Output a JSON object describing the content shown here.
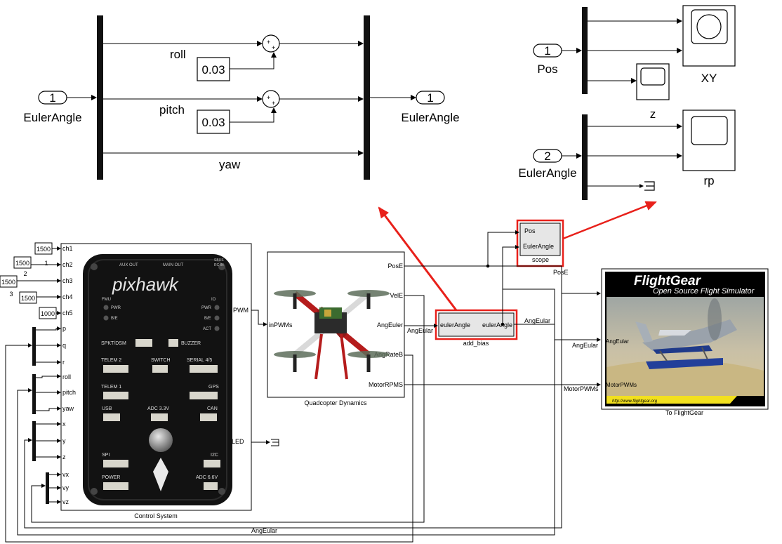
{
  "bias_subsystem": {
    "inport": {
      "number": "1",
      "label": "EulerAngle"
    },
    "outport": {
      "number": "1",
      "label": "EulerAngle"
    },
    "signals": {
      "roll": "roll",
      "pitch": "pitch",
      "yaw": "yaw"
    },
    "constants": {
      "roll_bias": "0.03",
      "pitch_bias": "0.03"
    },
    "sum_signs": "++"
  },
  "scope_subsystem": {
    "inports": [
      {
        "number": "1",
        "label": "Pos"
      },
      {
        "number": "2",
        "label": "EulerAngle"
      }
    ],
    "scopes": {
      "xy": "XY",
      "z": "z",
      "rp": "rp"
    }
  },
  "control_system": {
    "label": "Control System",
    "board_brand": "pixhawk",
    "ports_in": [
      "ch1",
      "ch2",
      "ch3",
      "ch4",
      "ch5",
      "p",
      "q",
      "r",
      "roll",
      "pitch",
      "yaw",
      "x",
      "y",
      "z",
      "vx",
      "vy",
      "vz"
    ],
    "port_out_pwm": "PWM",
    "port_out_led": "RC_Armed/LED",
    "constants": [
      {
        "value": "1500",
        "tag": "1"
      },
      {
        "value": "1500",
        "tag": "2"
      },
      {
        "value": "1500",
        "tag": "3"
      },
      {
        "value": "1500",
        "tag": ""
      },
      {
        "value": "1000",
        "tag": ""
      }
    ],
    "board_labels": {
      "aux_out": "AUX OUT",
      "main_out": "MAIN OUT",
      "fmu": "FMU",
      "pwr": "PWR",
      "be": "B/E",
      "io": "IO",
      "act": "ACT",
      "spkt": "SPKT/DSM",
      "buzzer": "BUZZER",
      "telem2": "TELEM 2",
      "switch": "SWITCH",
      "serial45": "SERIAL 4/5",
      "telem1": "TELEM 1",
      "gps": "GPS",
      "usb": "USB",
      "adc33": "ADC 3.3V",
      "can": "CAN",
      "spi": "SPI",
      "i2c": "I2C",
      "power": "POWER",
      "adc66": "ADC 6.6V",
      "sbus": "SBUS",
      "rcin": "RC IN"
    }
  },
  "dynamics": {
    "label": "Quadcopter Dynamics",
    "port_in": "inPWMs",
    "ports_out": [
      "PosE",
      "VelE",
      "AngEuler",
      "AngRateB",
      "MotorRPMS"
    ]
  },
  "add_bias": {
    "label": "add_bias",
    "port_in": "eulerAngle",
    "port_out": "eulerAngle"
  },
  "scope_block": {
    "label": "scope",
    "ports_in": [
      "Pos",
      "EulerAngle"
    ]
  },
  "flightgear": {
    "label": "To FlightGear",
    "title": "FlightGear",
    "subtitle": "Open Source Flight Simulator",
    "url": "http://www.flightgear.org",
    "ports_in": [
      "AngEular",
      "MotorPWMs"
    ]
  },
  "signal_labels": {
    "ang_eular_dyn": "AngEular",
    "ang_eular_bias": "AngEular",
    "ang_eular_fg": "AngEular",
    "ang_eular_feedback": "AngEular",
    "pos_e": "PosE",
    "motor_pwms": "MotorPWMs"
  },
  "colors": {
    "annotation_red": "#e8201a",
    "highlight_red": "#e8201a",
    "block_gray": "#e6e6e6"
  }
}
